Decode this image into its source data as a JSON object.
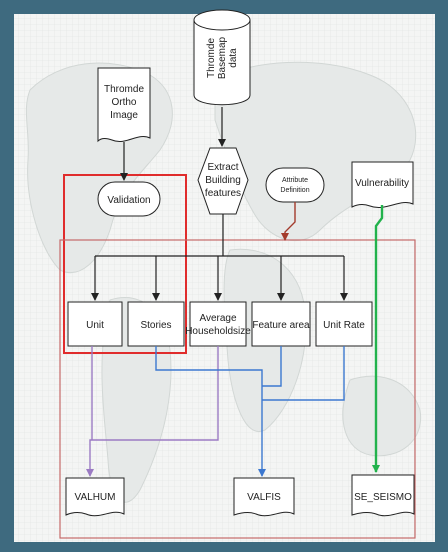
{
  "colors": {
    "background": "#3e6a7f",
    "panel": "#f4f5f4",
    "red_frame": "#e02c2c",
    "outer_frame": "#c56a6a",
    "purple": "#9b7bc3",
    "blue": "#3c78d0",
    "green": "#22b24c",
    "dark_red": "#a33b2c"
  },
  "nodes": {
    "thromde_basemap": {
      "lines": [
        "Thromde",
        "Basemap",
        "data"
      ],
      "shape": "database"
    },
    "thromde_ortho": {
      "lines": [
        "Thromde",
        "Ortho",
        "Image"
      ],
      "shape": "document"
    },
    "validation": {
      "label": "Validation",
      "shape": "terminal"
    },
    "extract": {
      "lines": [
        "Extract",
        "Building",
        "features"
      ],
      "shape": "hexagon"
    },
    "attribute_definition": {
      "lines": [
        "Attribute",
        "Definition"
      ],
      "shape": "terminal"
    },
    "vulnerability": {
      "label": "Vulnerability",
      "shape": "document"
    },
    "unit": {
      "label": "Unit",
      "shape": "process"
    },
    "stories": {
      "label": "Stories",
      "shape": "process"
    },
    "avg_household": {
      "lines": [
        "Average",
        "Householdsize"
      ],
      "shape": "process"
    },
    "feature_area": {
      "label": "Feature area",
      "shape": "process"
    },
    "unit_rate": {
      "label": "Unit Rate",
      "shape": "process"
    },
    "valhum": {
      "label": "VALHUM",
      "shape": "document"
    },
    "valfis": {
      "label": "VALFIS",
      "shape": "document"
    },
    "se_seismo": {
      "label": "SE_SEISMO",
      "shape": "document"
    }
  }
}
